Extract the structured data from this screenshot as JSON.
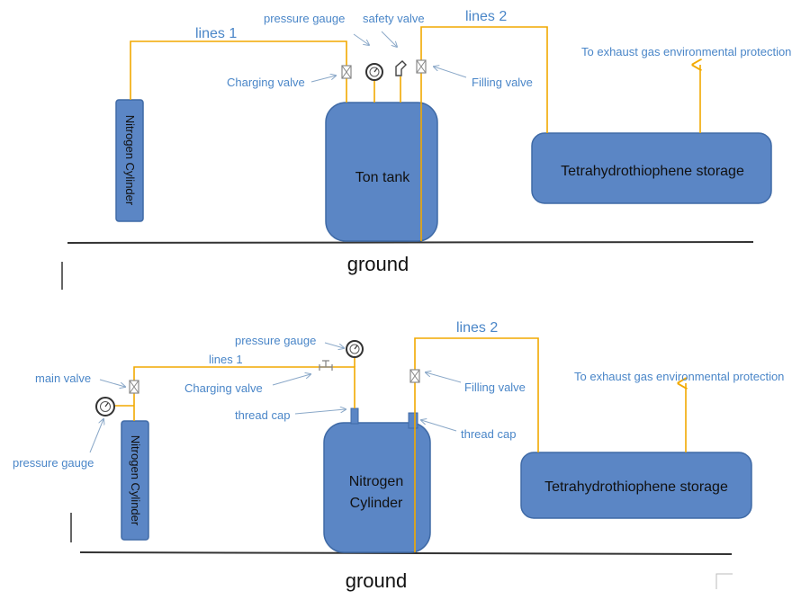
{
  "colors": {
    "vessel_fill": "#5b86c5",
    "pipe": "#f2a900",
    "label_text": "#4a86c8",
    "ground_line": "#333333"
  },
  "top": {
    "lines1": "lines 1",
    "lines2": "lines 2",
    "pressure_gauge": "pressure gauge",
    "safety_valve": "safety valve",
    "charging_valve": "Charging valve",
    "filling_valve": "Filling valve",
    "exhaust": "To exhaust gas environmental protection",
    "nitrogen_cylinder": "Nitrogen Cylinder",
    "ton_tank": "Ton tank",
    "storage": "Tetrahydrothiophene storage",
    "ground": "ground"
  },
  "bottom": {
    "lines1": "lines 1",
    "lines2": "lines 2",
    "pressure_gauge_top": "pressure gauge",
    "main_valve": "main valve",
    "charging_valve": "Charging valve",
    "thread_cap_left": "thread cap",
    "thread_cap_right": "thread cap",
    "filling_valve": "Filling valve",
    "exhaust": "To exhaust gas environmental protection",
    "pressure_gauge_left": "pressure gauge",
    "nitrogen_cylinder_small": "Nitrogen Cylinder",
    "nitrogen_cylinder_big_line1": "Nitrogen",
    "nitrogen_cylinder_big_line2": "Cylinder",
    "storage": "Tetrahydrothiophene storage",
    "ground": "ground"
  },
  "icons": [
    "pressure-gauge-icon",
    "safety-valve-icon",
    "valve-icon",
    "thread-cap-icon"
  ]
}
